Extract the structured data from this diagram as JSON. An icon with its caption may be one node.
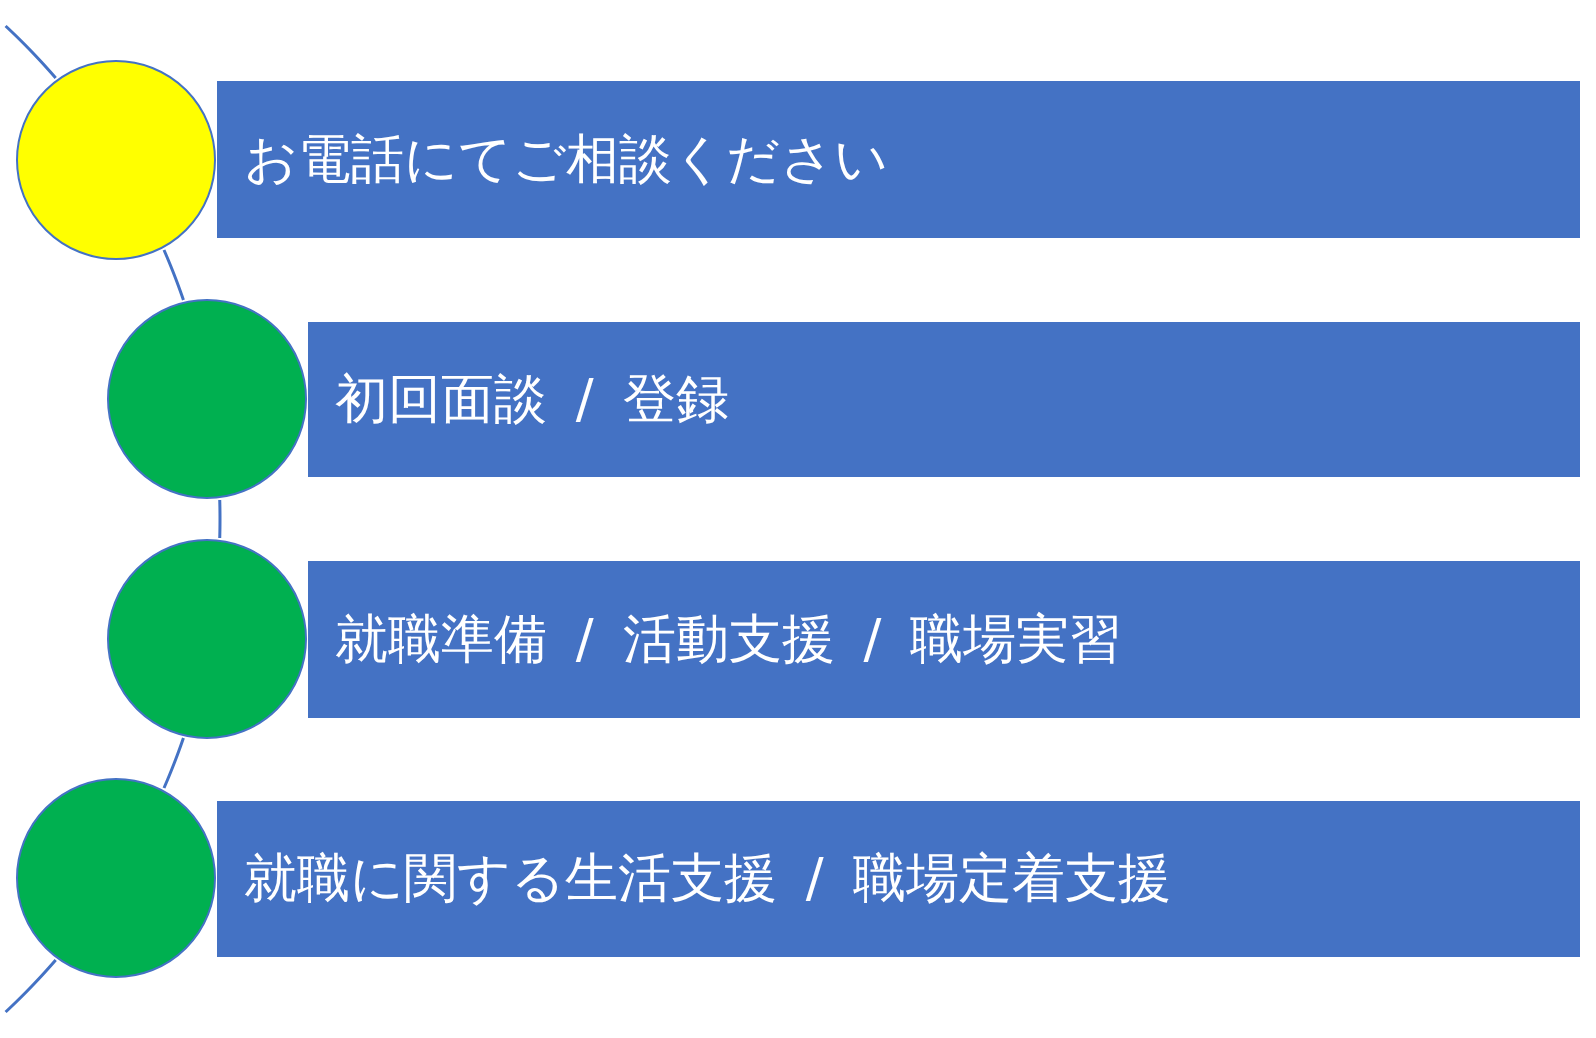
{
  "diagram": {
    "nodes": [
      {
        "text": [],
        "shape": "circle"
      },
      {
        "text": [
          "お電話にてご相談ください"
        ]
      },
      {
        "text": [],
        "shape": "circle"
      },
      {
        "text": [
          "初回面談 / 登録"
        ]
      },
      {
        "text": [],
        "shape": "circle"
      },
      {
        "text": [
          "就職準備 / 活動支援 / 職場実習"
        ]
      },
      {
        "text": [],
        "shape": "circle"
      },
      {
        "text": [
          "就職に関する生活支援 / 職場定着支援"
        ]
      }
    ],
    "edges": [
      {
        "from": null,
        "to": 0,
        "arrow": "none"
      },
      {
        "from": 0,
        "to": 2,
        "arrow": "none"
      },
      {
        "from": 2,
        "to": 4,
        "arrow": "none"
      },
      {
        "from": 4,
        "to": 6,
        "arrow": "none"
      },
      {
        "from": 6,
        "to": null,
        "arrow": "none"
      }
    ]
  }
}
